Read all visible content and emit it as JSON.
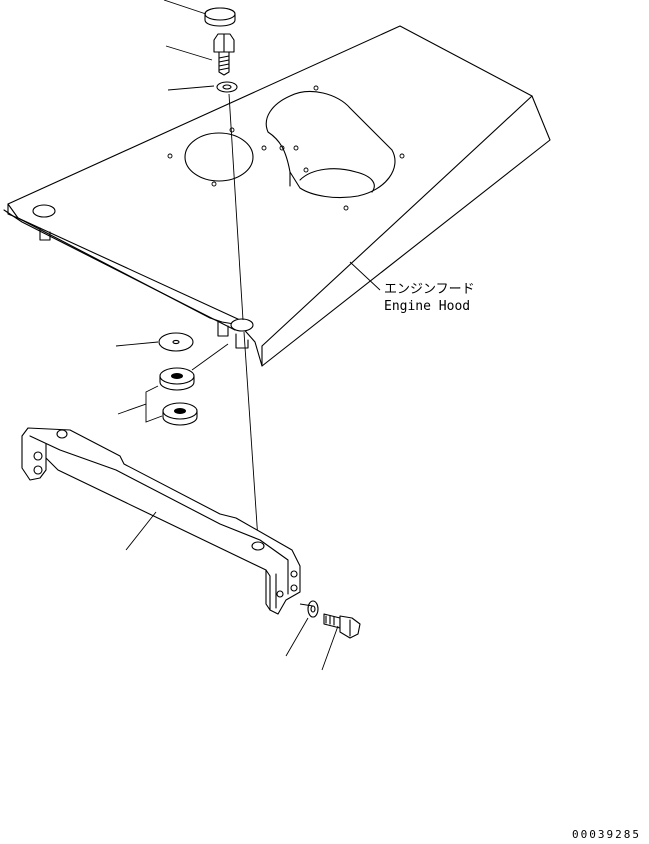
{
  "labels": {
    "hood_jp": "エンジンフード",
    "hood_en": "Engine Hood"
  },
  "drawing_code": "00039285"
}
